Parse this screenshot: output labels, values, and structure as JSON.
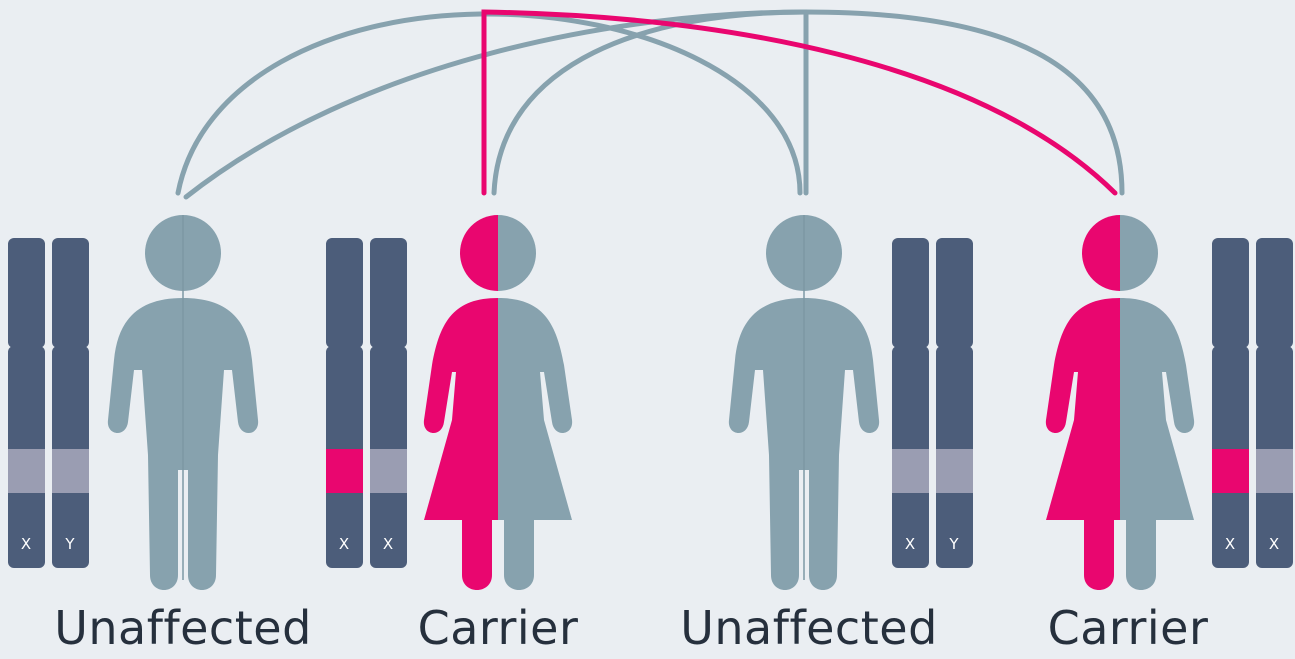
{
  "colors": {
    "background": "#eaeef2",
    "person_unaffected": "#87a2ae",
    "person_carrier_half": "#e9066f",
    "chromosome_body": "#4c5d7a",
    "chromosome_band_normal": "#9a9db2",
    "chromosome_band_affected": "#e9066f",
    "link_normal": "#87a2ae",
    "link_affected": "#e9066f"
  },
  "people": [
    {
      "id": "p1",
      "label": "Unaffected",
      "sex": "male",
      "status": "unaffected",
      "chromosomes": [
        {
          "letter": "X",
          "band": "normal"
        },
        {
          "letter": "Y",
          "band": "normal"
        }
      ]
    },
    {
      "id": "p2",
      "label": "Carrier",
      "sex": "female",
      "status": "carrier",
      "chromosomes": [
        {
          "letter": "X",
          "band": "affected"
        },
        {
          "letter": "X",
          "band": "normal"
        }
      ]
    },
    {
      "id": "p3",
      "label": "Unaffected",
      "sex": "male",
      "status": "unaffected",
      "chromosomes": [
        {
          "letter": "X",
          "band": "normal"
        },
        {
          "letter": "Y",
          "band": "normal"
        }
      ]
    },
    {
      "id": "p4",
      "label": "Carrier",
      "sex": "female",
      "status": "carrier",
      "chromosomes": [
        {
          "letter": "X",
          "band": "affected"
        },
        {
          "letter": "X",
          "band": "normal"
        }
      ]
    }
  ]
}
